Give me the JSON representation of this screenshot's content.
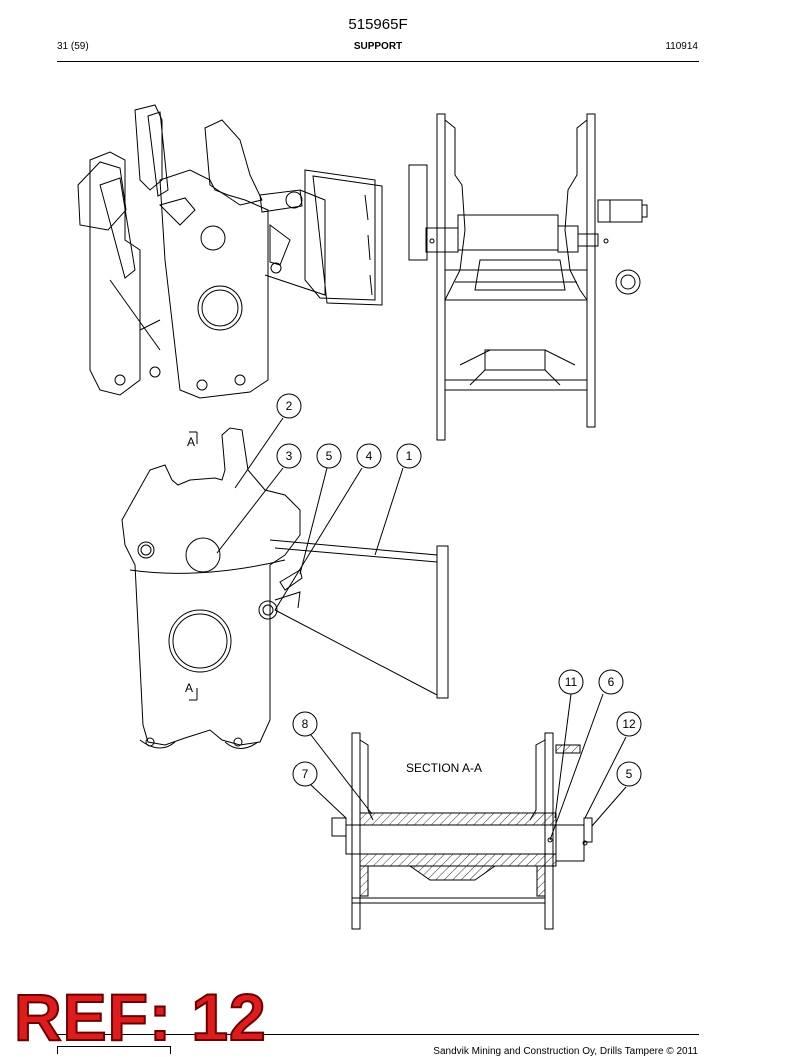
{
  "header": {
    "doc_number": "515965F",
    "page_count": "31 (59)",
    "title": "SUPPORT",
    "rev_code": "110914"
  },
  "drawing": {
    "callouts": [
      "2",
      "3",
      "5",
      "4",
      "1",
      "11",
      "6",
      "8",
      "12",
      "7",
      "5"
    ],
    "section_markers": [
      "A",
      "A"
    ],
    "section_title": "SECTION A-A"
  },
  "footer": {
    "copyright": "Sandvik Mining and Construction Oy, Drills Tampere © 2011"
  },
  "stamp": {
    "ref_text": "REF: 12",
    "color": "#e01b1b"
  }
}
